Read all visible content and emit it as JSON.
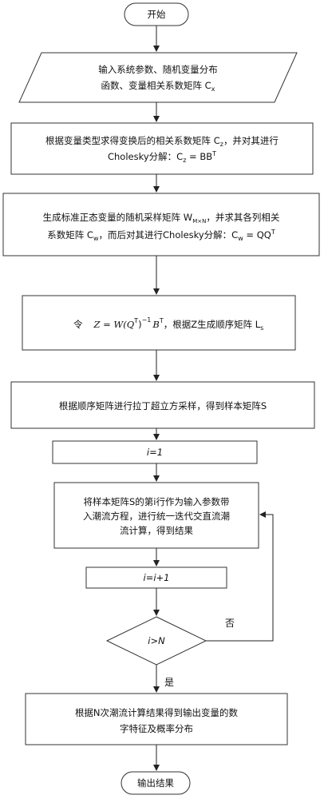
{
  "nodes": {
    "start": "开始",
    "input_line1": "输入系统参数、随机变量分布",
    "input_line2": "函数、变量相关系数矩阵 C",
    "input_line2_sub": "x",
    "corr_line1": "根据变量类型求得变换后的相关系数矩阵 C",
    "corr_line1_sub": "z",
    "corr_line1_tail": "，并对其进行",
    "corr_line2": "Cholesky分解：C",
    "corr_line2_sub": "z",
    "corr_line2_tail": " = BB",
    "corr_line2_sup": "T",
    "sample_line1": "生成标准正态变量的随机采样矩阵 W",
    "sample_line1_sub": "M×N",
    "sample_line1_tail": "，并求其各列相关",
    "sample_line2": "系数矩阵 C",
    "sample_line2_sub": "w",
    "sample_line2_mid": "，而后对其进行Cholesky分解：C",
    "sample_line2_sub2": "w",
    "sample_line2_tail": " = QQ",
    "sample_line2_sup": "T",
    "order_ling": "令",
    "order_formula": "Z = W(Q",
    "order_formula_sup1": "T",
    "order_formula_mid": ")",
    "order_formula_sup2": "−1",
    "order_formula_b": "B",
    "order_formula_sup3": "T",
    "order_tail": "，根据Z生成顺序矩阵 L",
    "order_tail_sub": "s",
    "lhs": "根据顺序矩阵进行拉丁超立方采样，得到样本矩阵S",
    "init_i": "i=1",
    "flow_line1": "将样本矩阵S的第i行作为输入参数带",
    "flow_line2": "入潮流方程，进行统一迭代交直流潮",
    "flow_line3": "流计算，得到结果",
    "incr": "i=i+1",
    "decision": "i>N",
    "result_line1": "根据N次潮流计算结果得到输出变量的数",
    "result_line2": "字特征及概率分布",
    "end": "输出结果"
  },
  "edge_labels": {
    "no": "否",
    "yes": "是"
  }
}
